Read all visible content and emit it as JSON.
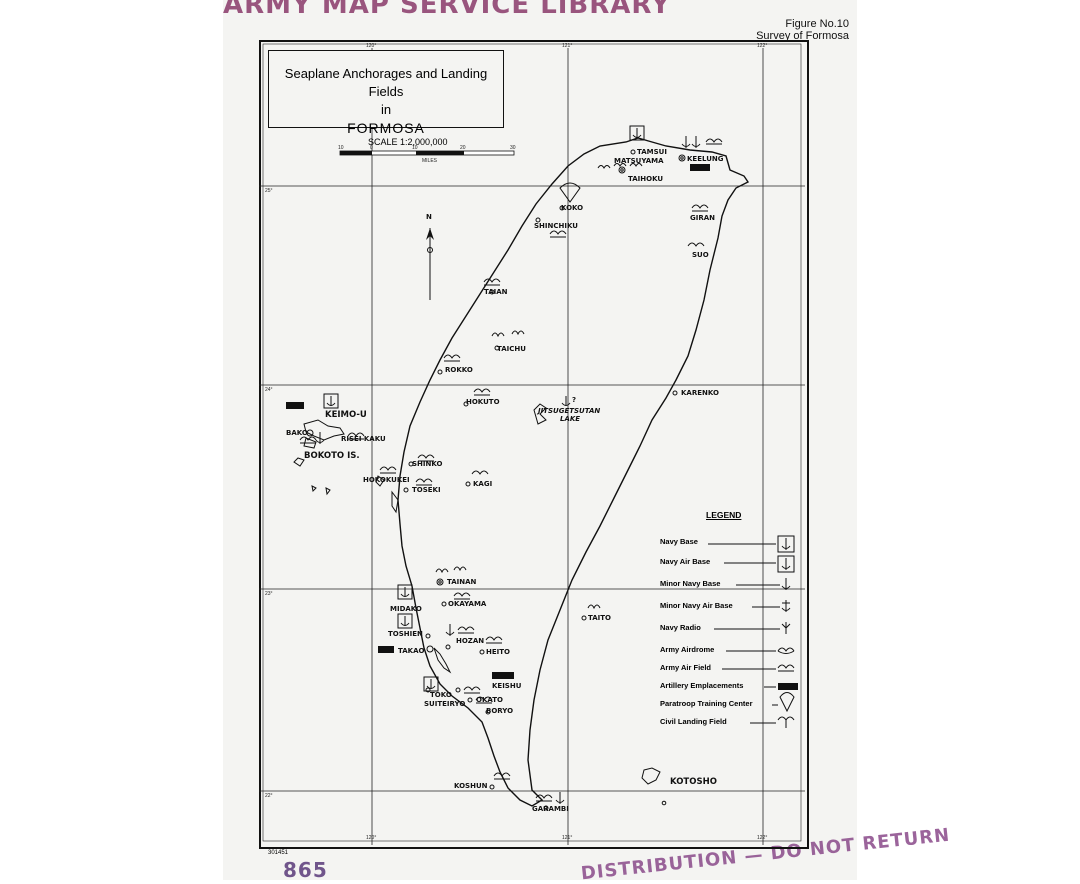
{
  "stamps": {
    "top": "ARMY MAP SERVICE LIBRARY",
    "bottom": "865",
    "bottom_right": "DISTRIBUTION — DO NOT RETURN"
  },
  "figure": {
    "number": "Figure No.10",
    "subtitle": "Survey of Formosa"
  },
  "title": {
    "line1": "Seaplane Anchorages and Landing Fields",
    "line2": "in",
    "line3": "FORMOSA"
  },
  "scale": {
    "label": "SCALE 1:2,000,000",
    "unit": "MILES",
    "ticks": [
      "10",
      "0",
      "10",
      "20",
      "30"
    ]
  },
  "graticule": {
    "lon_labels": [
      "120°",
      "121°",
      "122°"
    ],
    "lat_labels": [
      "25°",
      "24°",
      "23°",
      "22°"
    ]
  },
  "north": "N",
  "places": [
    {
      "name": "TAMSUI"
    },
    {
      "name": "KEELUNG"
    },
    {
      "name": "MATSUYAMA"
    },
    {
      "name": "TAIHOKU"
    },
    {
      "name": "KOKO"
    },
    {
      "name": "SHINCHIKU"
    },
    {
      "name": "GIRAN"
    },
    {
      "name": "SUO"
    },
    {
      "name": "TAIAN"
    },
    {
      "name": "TAICHU"
    },
    {
      "name": "ROKKO"
    },
    {
      "name": "KARENKO"
    },
    {
      "name": "HOKUTO"
    },
    {
      "name": "JITSUGETSUTAN"
    },
    {
      "name": "LAKE"
    },
    {
      "name": "KEIMO-U"
    },
    {
      "name": "BAKO"
    },
    {
      "name": "RISEI KAKU"
    },
    {
      "name": "BOKOTO IS."
    },
    {
      "name": "SHINKO"
    },
    {
      "name": "HOKOKUKEI"
    },
    {
      "name": "TOSEKI"
    },
    {
      "name": "KAGI"
    },
    {
      "name": "TAINAN"
    },
    {
      "name": "OKAYAMA"
    },
    {
      "name": "MIDAKO"
    },
    {
      "name": "TOSHIEN"
    },
    {
      "name": "HOZAN"
    },
    {
      "name": "TAKAO"
    },
    {
      "name": "HEITO"
    },
    {
      "name": "KEISHU"
    },
    {
      "name": "TOKO"
    },
    {
      "name": "SUITEIRYO"
    },
    {
      "name": "OKATO"
    },
    {
      "name": "BORYO"
    },
    {
      "name": "TAITO"
    },
    {
      "name": "KOSHUN"
    },
    {
      "name": "GARAMBI"
    },
    {
      "name": "KOTOSHO"
    }
  ],
  "legend": {
    "title": "LEGEND",
    "items": [
      {
        "label": "Navy Base",
        "icon": "navy-base-icon"
      },
      {
        "label": "Navy Air Base",
        "icon": "navy-air-base-icon"
      },
      {
        "label": "Minor Navy Base",
        "icon": "minor-navy-base-icon"
      },
      {
        "label": "Minor Navy Air Base",
        "icon": "minor-navy-air-base-icon"
      },
      {
        "label": "Navy Radio",
        "icon": "navy-radio-icon"
      },
      {
        "label": "Army Airdrome",
        "icon": "army-airdrome-icon"
      },
      {
        "label": "Army Air Field",
        "icon": "army-air-field-icon"
      },
      {
        "label": "Artillery Emplacements",
        "icon": "artillery-icon"
      },
      {
        "label": "Paratroop Training Center",
        "icon": "paratroop-icon"
      },
      {
        "label": "Civil Landing Field",
        "icon": "civil-landing-field-icon"
      }
    ]
  },
  "doc_number": "301451",
  "lake_query": "?"
}
